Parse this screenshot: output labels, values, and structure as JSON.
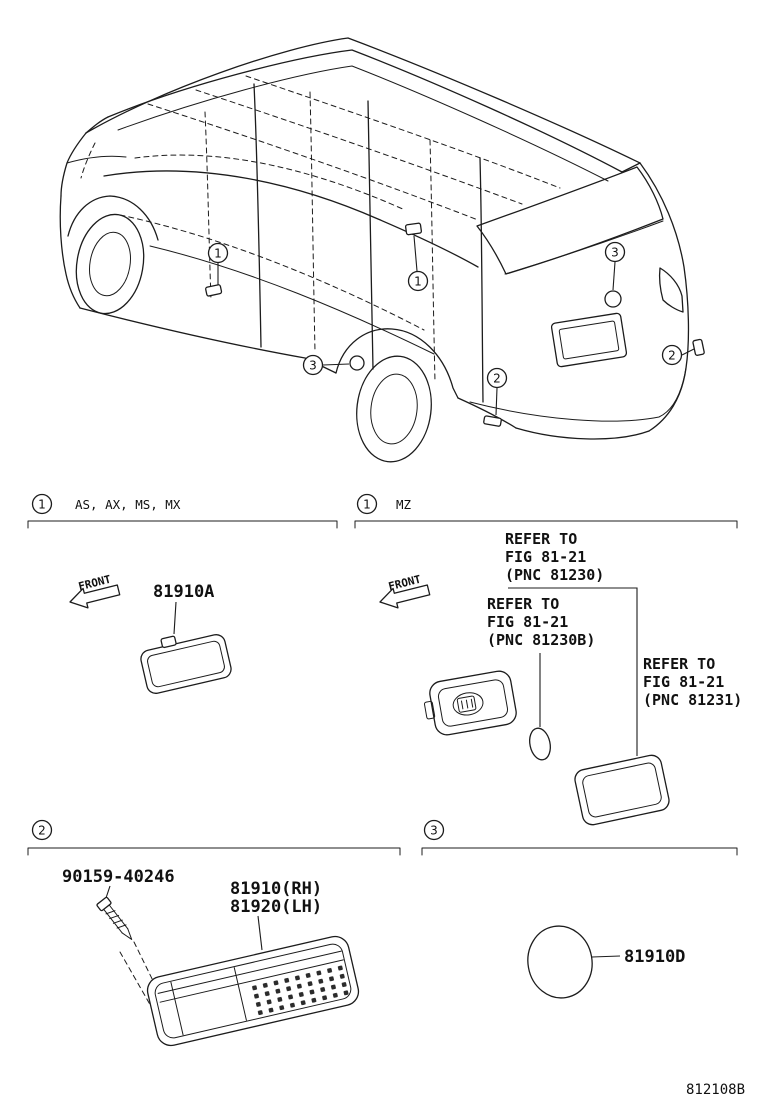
{
  "diagram": {
    "code": "812108B",
    "front_label": "FRONT"
  },
  "callouts": {
    "one": "1",
    "two": "2",
    "three": "3"
  },
  "section_1a": {
    "callout": "1",
    "grades": "AS, AX, MS, MX",
    "part_number": "81910A"
  },
  "section_1b": {
    "callout": "1",
    "grades": "MZ",
    "refer_81230": {
      "l1": "REFER TO",
      "l2": "FIG 81-21",
      "l3": "(PNC 81230)"
    },
    "refer_81230b": {
      "l1": "REFER TO",
      "l2": "FIG 81-21",
      "l3": "(PNC 81230B)"
    },
    "refer_81231": {
      "l1": "REFER TO",
      "l2": "FIG 81-21",
      "l3": "(PNC 81231)"
    }
  },
  "section_2": {
    "callout": "2",
    "screw_part_number": "90159-40246",
    "part_number_rh": "81910(RH)",
    "part_number_lh": "81920(LH)"
  },
  "section_3": {
    "callout": "3",
    "part_number": "81910D"
  }
}
